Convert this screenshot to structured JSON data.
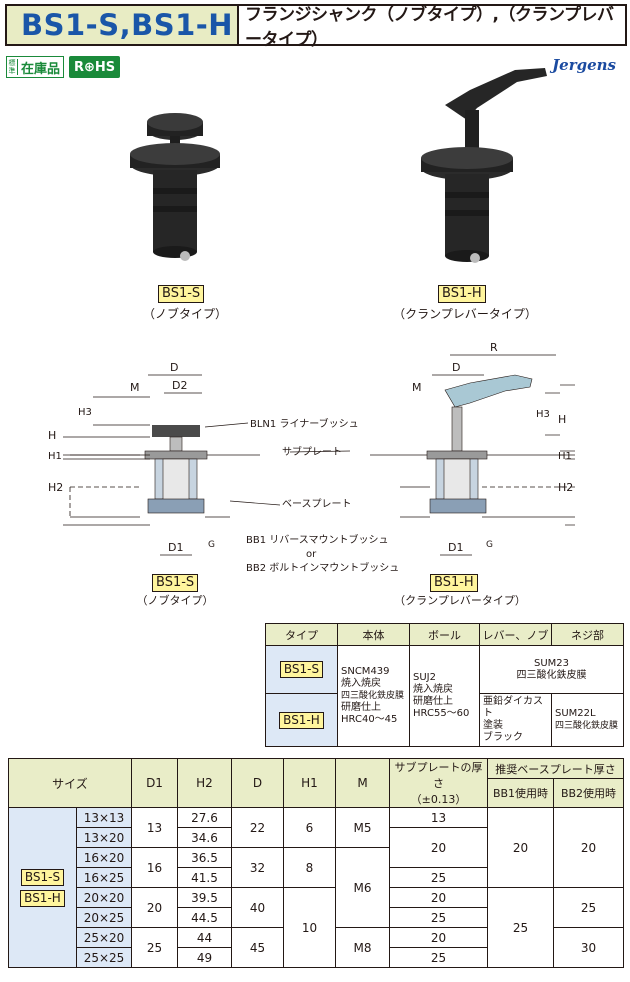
{
  "header": {
    "model": "BS1-S,BS1-H",
    "title": "フランジシャンク（ノブタイプ）,（クランプレバータイプ）"
  },
  "badges": {
    "stock_small": "標準",
    "stock_big": "在庫品",
    "rohs": "R⊕HS"
  },
  "brand": "Jergens",
  "photos": {
    "left_code": "BS1-S",
    "left_sub": "（ノブタイプ）",
    "right_code": "BS1-H",
    "right_sub": "（クランプレバータイプ）"
  },
  "diagram": {
    "D": "D",
    "D2": "D2",
    "M": "M",
    "H3": "H3",
    "H": "H",
    "H1": "H1",
    "H2": "H2",
    "D1": "D1",
    "R": "R",
    "G": "G",
    "liner": "BLN1 ライナーブッシュ",
    "subplate": "サブプレート",
    "baseplate": "ベースプレート",
    "bush1": "BB1 リバースマウントブッシュ",
    "or": "or",
    "bush2": "BB2 ボルトインマウントブッシュ",
    "left_code": "BS1-S",
    "left_sub": "（ノブタイプ）",
    "right_code": "BS1-H",
    "right_sub": "（クランプレバータイプ）"
  },
  "materials": {
    "headers": [
      "タイプ",
      "本体",
      "ボール",
      "レバー、ノブ",
      "ネジ部"
    ],
    "type_s": "BS1-S",
    "type_h": "BS1-H",
    "body": [
      "SNCM439",
      "焼入焼戻",
      "四三酸化鉄皮膜",
      "研磨仕上",
      "HRC40～45"
    ],
    "ball": [
      "SUJ2",
      "焼入焼戻",
      "研磨仕上",
      "HRC55～60"
    ],
    "lever_knob_s": [
      "SUM23",
      "四三酸化鉄皮膜"
    ],
    "lever_h": [
      "亜鉛ダイカスト",
      "塗装",
      "ブラック"
    ],
    "thread_h": [
      "SUM22L",
      "四三酸化鉄皮膜"
    ]
  },
  "sizes": {
    "headers": {
      "size": "サイズ",
      "d1": "D1",
      "h2": "H2",
      "d": "D",
      "h1": "H1",
      "m": "M",
      "sub_thickness": "サブプレートの厚さ",
      "sub_tol": "（±0.13）",
      "base_thickness": "推奨ベースプレート厚さ",
      "bb1": "BB1使用時",
      "bb2": "BB2使用時"
    },
    "type_s": "BS1-S",
    "type_h": "BS1-H",
    "rows": [
      {
        "size": "13×13",
        "h2": "27.6",
        "sub": "13"
      },
      {
        "size": "13×20",
        "h2": "34.6"
      },
      {
        "size": "16×20",
        "h2": "36.5"
      },
      {
        "size": "16×25",
        "h2": "41.5",
        "sub": "25"
      },
      {
        "size": "20×20",
        "h2": "39.5",
        "sub": "20"
      },
      {
        "size": "20×25",
        "h2": "44.5",
        "sub": "25"
      },
      {
        "size": "25×20",
        "h2": "44",
        "sub": "20"
      },
      {
        "size": "25×25",
        "h2": "49",
        "sub": "25"
      }
    ],
    "d1": [
      "13",
      "16",
      "20",
      "25"
    ],
    "d": [
      "22",
      "32",
      "40",
      "45"
    ],
    "h1": [
      "6",
      "8",
      "10"
    ],
    "m": [
      "M5",
      "M6",
      "M8"
    ],
    "sub_merged": "20",
    "bb1": [
      "20",
      "25"
    ],
    "bb2": [
      "20",
      "25",
      "30"
    ]
  }
}
